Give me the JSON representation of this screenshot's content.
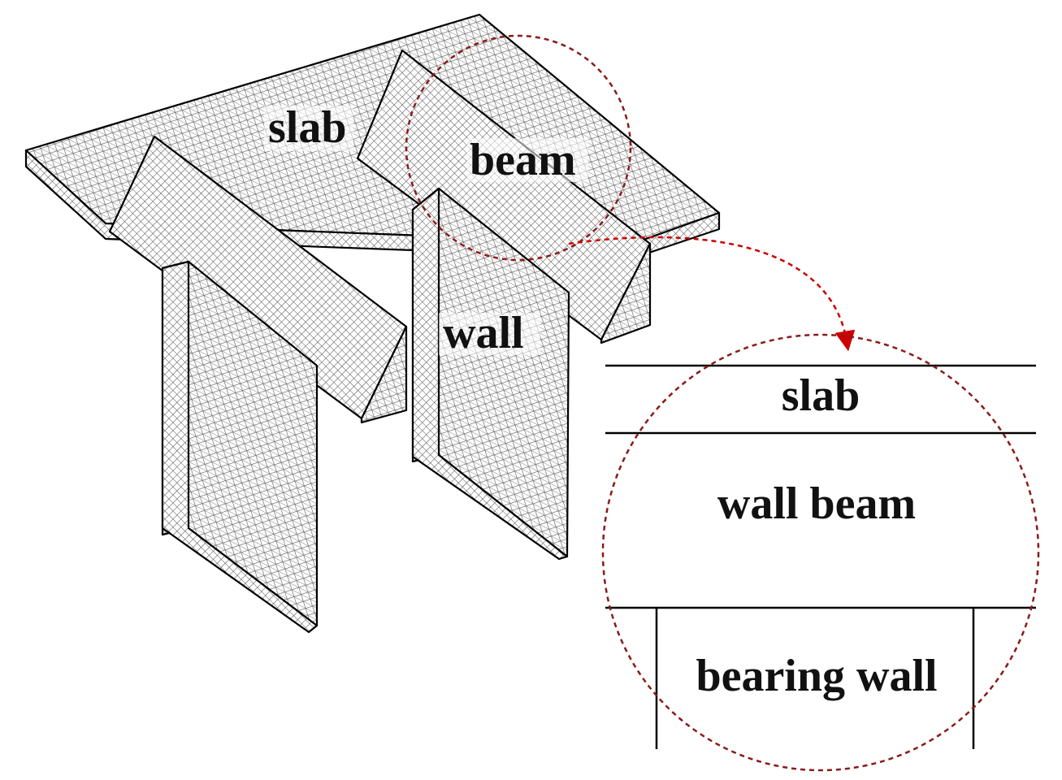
{
  "labels": {
    "slab": "slab",
    "beam": "beam",
    "wall": "wall"
  },
  "detail": {
    "slab": "slab",
    "wall_beam": "wall beam",
    "bearing_wall": "bearing wall"
  },
  "colors": {
    "line": "#000000",
    "callout": "#8b1a1a",
    "arrow": "#cc0000",
    "hatch": "#5a5a5a",
    "background": "#ffffff"
  }
}
